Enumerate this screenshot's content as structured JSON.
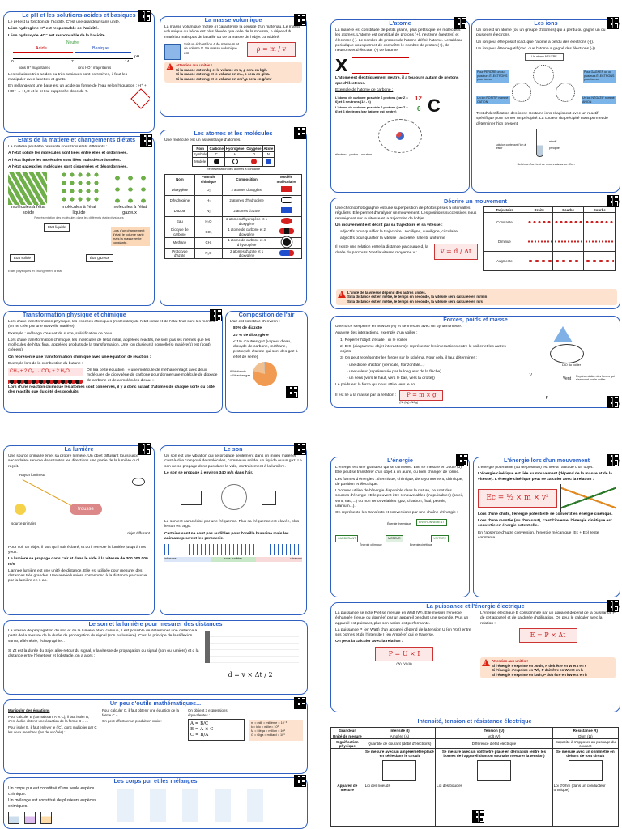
{
  "top_left": {
    "ph": {
      "title": "Le pH et les solutions acides et basiques",
      "p1": "Le pH est la fonction de l'acidité. C'est une grandeur sans unité.",
      "p2": "L'ion hydrogène H⁺ est responsable de l'acidité.",
      "p3": "L'ion hydroxyde HO⁻ est responsable de la basicité.",
      "neutral": "Neutre",
      "acid": "Acide",
      "base": "Basique",
      "ticks": [
        "0",
        "7",
        "14"
      ],
      "axis": "pH",
      "h_major": "ions H⁺ majoritaires",
      "ho_major": "ions HO⁻ majoritaires",
      "p4": "Les solutions très acides ou très basiques sont corrosives, il faut les manipuler avec lunettes et gants.",
      "p5": "En mélangeant une base est un acide on forme de l'eau selon l'équation : H⁺ + HO⁻ → H₂O et le pH se rapproche donc de 7."
    },
    "masse": {
      "title": "La masse volumique",
      "p1": "La masse volumique (notée ρ) caractérise la densité d'un matériau. Le masse volumique du béton est plus élevée que celle de la mousse, ρ dépend du matériau mais pas de la taille ou de la masse de l'objet considéré.",
      "p2": "Soit un échantillon A de masse m et de volume V. Sa masse volumique est :",
      "formula": "ρ = m / v",
      "w1": "Attention aux unités !",
      "w2": "Si la masse est en kg et le volume en L, ρ sera en kg/L",
      "w3": "Si la masse est en g et le volume en mL, ρ sera en g/mL",
      "w4": "Si la masse est en g et le volume en cm³, ρ sera en g/cm³"
    },
    "etats": {
      "title": "Etats de la matière et changements d'états",
      "p1": "La matière peut être présente sous trois états différents :",
      "l1": "A l'état solide les molécules sont liées entre elles et ordonnées.",
      "l2": "A l'état liquide les molécules sont liées mais désordonnées.",
      "l3": "A l'état gazeux les molécules sont dispersées et désordonnées.",
      "s": "molécules à l'état solide",
      "li": "molécules à l'état liquide",
      "g": "molécules à l'état gazeux",
      "cap": "Représentation des molécules dans les différents états physiques",
      "st_liq": "État liquide",
      "st_sol": "État solide",
      "st_gaz": "État gazeux",
      "note": "Lors d'un changement d'état, le volume varie mais la masse reste constante.",
      "cap2": "Etats physiques et changement d'état"
    },
    "atomes": {
      "title": "Les atomes et les molécules",
      "p1": "Une molécule est un assemblage d'atomes.",
      "h": [
        "Nom",
        "Carbone",
        "Hydrogène",
        "Oxygène",
        "Azote"
      ],
      "sym": [
        "Symbole",
        "C",
        "H",
        "O",
        "N"
      ],
      "mod": "Modèle",
      "cap": "Représentation des atomes à connaitre",
      "h2": [
        "Nom",
        "Formule chimique",
        "Composition",
        "Modèle moléculaire"
      ],
      "rows": [
        [
          "Dioxygène",
          "O₂",
          "2 atomes d'oxygène"
        ],
        [
          "Dihydrogène",
          "H₂",
          "2 atomes d'hydrogène"
        ],
        [
          "Diazote",
          "N₂",
          "2 atomes d'azote"
        ],
        [
          "Eau",
          "H₂O",
          "2 atomes d'hydrogène et 1 d'oxygène"
        ],
        [
          "Dioxyde de carbone",
          "CO₂",
          "1 atome de carbone et 2 d'oxygène"
        ],
        [
          "Méthane",
          "CH₄",
          "1 atome de carbone et 4 d'hydrogène"
        ],
        [
          "Protoxyde d'azote",
          "N₂O",
          "2 atomes d'azote et 1 d'oxygène"
        ]
      ]
    },
    "transfo": {
      "title": "Transformation physique et chimique",
      "p1": "Lors d'une transformation physique, les espèces chimiques (molécules) de l'état initial et de l'état final sont les mêmes (on ne crée par une nouvelle matière).",
      "p2": "Exemple : mélange d'eau et de sucre, solidification de l'eau",
      "p3": "Lors d'une transformation chimique, les molécules de l'état initial, appelées réactifs, ne sont pas les mêmes que les molécules de l'état final, appelées produits de la transformation. Une (ou plusieurs) nouvelle(s) matière(s) est (sont) créée(s).",
      "p4": "On représente une transformation chimique avec une équation de réaction :",
      "p5": "Exemple lors de la combustion du butane :",
      "eq": "CH₄ + 2 O₂ → CO₂ + 2 H₂O",
      "expl": "On lira cette équation : « une molécule de méthane réagit avec deux molécules de dioxygène de carbone pour donner une molécule de dioxyde de carbone et deux molécules d'eau. »",
      "p6": "Lors d'une réaction chimique les atomes sont conservés, il y a donc autant d'atomes de chaque sorte du côté des réactifs que du côté des produits."
    },
    "air": {
      "title": "Composition de l'air",
      "p1": "L'air est constitué d'environ :",
      "l1": "80% de diazote",
      "l2": "20 % de dioxygène",
      "l3": "< 1% d'autres gaz (vapeur d'eau, dioxyde de carbone, méthane, protoxyde d'azote qui sont des gaz à effet de serre)",
      "leg1": "80% diazote",
      "leg2": "~1% autres gaz"
    }
  },
  "top_right": {
    "atome": {
      "title": "L'atome",
      "p1": "La matière est constituée de petits grains, plus petits que les molécules : les atomes. L'atome est constitué de protons (+), neutrons (neutres) et électrons (-). Le nombre de protons de l'atome définit l'atome. Le tableau périodique nous permet de connaître le nombre de proton (+), de neutrons et d'électron (-) de l'atome.",
      "x": "X",
      "p2": "L'atome est électriquement neutre, il a toujours autant de protons que d'électrons.",
      "ex": "Exemple de l'atome de carbone :",
      "c1": "L'atome de carbone possède 6 protons (car Z = 6) et 6 neutrons (12 - 6)",
      "c2": "L'atome de carbone possède 6 protons (car Z = 6) et 6 électrons (car l'atome est neutre)",
      "a": "12",
      "z": "6",
      "sym": "C",
      "leg": [
        "électron",
        "proton",
        "neutron"
      ]
    },
    "ions": {
      "title": "Les ions",
      "p1": "Un ion est un atome (ou un groupe d'atomes) qui a perdu ou gagné un ou plusieurs électrons.",
      "p2": "Un ion peut être positif (cad. que l'atome a perdu des électrons (-)).",
      "p3": "Un ion peut être négatif (cad. que l'atome a gagné des électrons (-)).",
      "b1": "Un atome NEUTRE",
      "b2": "Pour PERDRE un ou plusieurs ÉLECTRONS pour former",
      "b3": "Pour GAGNER un ou plusieurs ÉLECTRONS pour former",
      "b4": "Un ion POSITIF nommé CATION",
      "b5": "Un ion NÉGATIF nommé ANION",
      "p4": "Test d'identification des ions : Certains ions réagissent avec un réactif spécifique pour former un précipité. La couleur du précipité nous permet de déterminer l'ion présent.",
      "cap": "Schéma d'un test de reconnaissance d'ion",
      "l1": "solution contenant l'ion à tester",
      "l2": "précipité",
      "l3": "réactif"
    },
    "mouvement": {
      "title": "Décrire un mouvement",
      "p1": "Une chronophotographie est une superposition de photos prises à intervalles réguliers. Elle permet d'analyser un mouvement. Les positions successives nous renseignent sur la vitesse et la trajectoire de l'objet.",
      "p2": "Un mouvement est décrit par sa trajectoire et sa vitesse :",
      "l1": "adjectifs pour qualifier la trajectoire : rectiligne, curviligne, circulaire,",
      "l2": "adjectifs pour qualifier la vitesse : accéléré, ralenti, uniforme",
      "p3": "Il existe une relation entre la distance parcourue d, la durée du parcours Δt et la vitesse moyenne v :",
      "formula": "v = d / Δt",
      "w1": "L'unité de la vitesse dépend des autres unités.",
      "w2": "Si la distance est en mètre, le temps en seconde, la vitesse sera calculée en m/min",
      "w3": "Si la distance est en mètre, le temps en seconde, la vitesse sera calculée en m/s",
      "th": [
        "Trajectoire",
        "Droite",
        "Courbe",
        "Courbe"
      ],
      "tr": [
        "Constante",
        "Diminue",
        "Augmente"
      ]
    },
    "forces": {
      "title": "Forces, poids et masse",
      "p1": "Une force s'exprime en newton (N) et se mesure avec un dynamomètre.",
      "p2": "Analyse des interactions, exemple d'un voilier :",
      "s1": "1) Repérer l'objet d'étude : ici le voilier",
      "s2": "2) DIO (diagramme objet interactions) : représenter les interactions entre le voilier et les autres objets.",
      "s3": "3) On peut représenter les forces sur le schéma. Pour cela, il faut déterminer :",
      "s3a": "- une droite d'action (verticale, horizontale...)",
      "s3b": "- une valeur (représentée par la longueur de la flèche)",
      "s3c": "- un sens (vers le haut, vers le bas, vers la droite))",
      "p3": "Le poids est la force qui nous attire vers le sol.",
      "p4": "Il est lié à la masse par la relation :",
      "formula": "P = m × g",
      "units": "(N)   (kg)   (N/kg)",
      "dio": "DIO du voilier",
      "rep": "Représentation des forces qui s'exercent sur le voilier",
      "lbl": [
        "V",
        "P",
        "Vent"
      ]
    }
  },
  "bottom_left": {
    "lumiere": {
      "title": "La lumière",
      "p1": "Une source primaire émet sa propre lumière. Un objet diffusant (ou source secondaire) renvoie dans toutes les directions une partie de la lumière qu'il reçoit.",
      "ray": "Rayon lumineux",
      "src": "source primaire",
      "obj": "trousse",
      "diff": "objet diffusant",
      "p2": "Pour voir un objet, il faut qu'il soit éclairé, et qu'il renvoie la lumière jusqu'à nos yeux.",
      "p3": "La lumière se propage dans l'air et dans le vide à la vitesse de 300 000 000 m/s",
      "p4": "L'année lumière est une unité de distance. Elle est utilisée pour mesurer des distances très grandes. Une année lumière correspond à la distance parcourue par la lumière en 1 an."
    },
    "son": {
      "title": "Le son",
      "p1": "Un son est une vibration qui se propage seulement dans un milieu matériel, c'est-à-dire composé de molécules, comme un solide, un liquide ou un gaz. Le son ne se propage donc pas dans le vide, contrairement à la lumière.",
      "p2": "Le son se propage à environ 340 m/s dans l'air.",
      "p3": "Le son est caractérisé par une fréquence. Plus sa fréquence est élevée, plus le son est aigu.",
      "p4": "Certains sont ne sont pas audibles pour l'oreille humaine mais les animaux peuvent les percevoir.",
      "sc": [
        "infrasons",
        "sons audibles",
        "ultrasons"
      ]
    },
    "distances": {
      "title": "Le son et la lumière pour mesurer des distances",
      "p1": "La vitesse de propagation du son et de la lumière étant connue, il est possible de déterminer une distance à partir de la mesure de la durée de propagation du signal (son ou lumière). C'est le principe de la réflexion : sonar, télémétrie, échographie...",
      "p2": "Si Δt est la durée du trajet aller-retour du signal, v la vitesse de propagation du signal (son ou lumière) et d la distance entre l'émetteur et l'obstacle, on a alors :",
      "formula": "d = v × Δt / 2"
    },
    "outils": {
      "title": "Un peu d'outils mathématiques...",
      "p1": "Manipuler des équations",
      "p2": "Pour calculer B (connaissant A et C), il faut isoler B, c'est-à-dire obtenir une équation de la forme B = ...",
      "p3": "Pour isoler B, il faut enlever le (/C), donc multiplier par C les deux membres (les deux côtés) :",
      "p4": "Pour calculer C, il faut obtenir une équation de la forme C = ...",
      "p5": "On peut effectuer un produit en croix :",
      "p6": "On obtient 3 expressions équivalentes :",
      "eqs": [
        "A = B/C",
        "B = A × C",
        "C = B/A"
      ],
      "pref": [
        "m = milli = millième = 10⁻³",
        "k = kilo = mille = 10³",
        "M = Méga = million = 10⁶",
        "G = Giga = milliard = 10⁹"
      ]
    },
    "corps": {
      "title": "Les corps pur et les mélanges",
      "p1": "Un corps pur est constitué d'une seule espèce chimique.",
      "p2": "Un mélange est constitué de plusieurs espèces chimiques."
    }
  },
  "bottom_right": {
    "energie": {
      "title": "L'énergie",
      "p1": "L'énergie est une grandeur qui se conserve. Elle se mesure en Joule (J). Elle peut se transférer d'un objet à un autre, ou bien changer de forme.",
      "p2": "Les formes d'énergies : thermique, chimique, de rayonnement, chimique, de position et électrique.",
      "p3": "L'homme utilise de l'énergie disponible dans la nature, ce sont des sources d'énergie : Elle peuvent être renouvelables (inépuisables) (soleil, vent, eau,...) ou non renouvelables (gaz, charbon, fioul, pétrole, uranium...).",
      "p4": "On représente les transferts et conversions par une chaîne d'énergie :",
      "c": [
        "CARBURANT",
        "MOTEUR",
        "VOITURE",
        "ENVIRONNEMENT"
      ],
      "e": [
        "Énergie chimique",
        "Énergie cinétique",
        "Énergie thermique"
      ]
    },
    "mouvement": {
      "title": "L'énergie lors d'un mouvement",
      "p1": "L'énergie potentielle (ou de position) est liée à l'altitude d'un objet.",
      "p2": "L'énergie cinétique est liée au mouvement (dépend de la masse et de la vitesse). L'énergie cinétique peut se calculer avec la relation :",
      "formula": "Ec = ½ × m × v²",
      "p3": "Lors d'une chute, l'énergie potentielle se convertit en énergie cinétique.",
      "p4": "Lors d'une montée (ou d'un saut), c'est l'inverse, l'énergie cinétique est convertie en énergie potentielle.",
      "p5": "En l'absence d'autre conversion, l'énergie mécanique (Ec + Ep) reste constante."
    },
    "puissance": {
      "title": "La puissance et l'énergie électrique",
      "p1": "La puissance se note P et se mesure en Watt (W). Elle mesure l'énergie échangée (reçue ou donnée) par un appareil pendant une seconde. Plus un appareil est puissant, plus son action est performante.",
      "p2": "La puissance P (en Watt) d'un appareil dépend de la tension U (en Volt) entre ses bornes et de l'intensité I (en Ampère) qui le traverse.",
      "p3": "On peut la calculer avec la relation :",
      "formula": "P = U × I",
      "units": "(W)  (V)  (A)",
      "p4": "L'énergie électrique E consommée par un appareil dépend de la puissance P de cet appareil et de sa durée d'utilisation. On peut le calculer avec la relation :",
      "formula2": "E = P × Δt",
      "w1": "Attention aux unités !",
      "w2": "Si l'énergie s'exprime en Joule, P doit être en W et t en s",
      "w3": "Si l'énergie s'exprime en Wh, P doit être en W et t en h",
      "w4": "Si l'énergie s'exprime en kWh, P doit être en kW et t en h"
    },
    "circuit": {
      "title": "Intensité, tension et résistance électrique",
      "h": [
        "Grandeur",
        "Intensité (I)",
        "Tension (U)",
        "Résistance R)"
      ],
      "u": [
        "Unité de mesure",
        "Ampère (A)",
        "Volt (V)",
        "Ohm (Ω)"
      ],
      "s": [
        "Signification physique",
        "Quantité de courant (débit d'électrons)",
        "Différence d'état électrique",
        "Capacité à s'opposer au passage du courant"
      ],
      "a": [
        "Appareil de mesure",
        "Se mesure avec un ampèremètre placé en série dans le circuit",
        "Se mesure avec un voltmètre placé en dérivation (entre les bornes de l'appareil dont on souhaite mesurer la tension)",
        "Se mesure avec un ohmmètre en dehors de tout circuit"
      ],
      "l": [
        "Loi des noeuds",
        "Loi des boucles",
        "Loi d'Ohm (dans un conducteur ohmique)"
      ]
    }
  }
}
